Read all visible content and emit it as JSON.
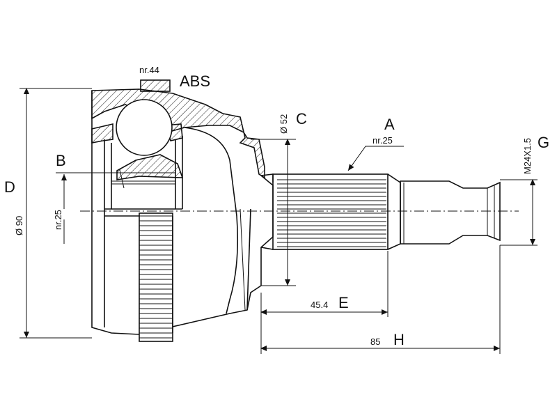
{
  "labels": {
    "nr44": "nr.44",
    "abs": "ABS",
    "c": "C",
    "dia52": "Ø 52",
    "a": "A",
    "nr25_top": "nr.25",
    "thread": "M24X1.5",
    "g": "G",
    "b": "B",
    "nr25_left": "nr.25",
    "d": "D",
    "dia90": "Ø 90",
    "dim454": "45.4",
    "e": "E",
    "dim85": "85",
    "h": "H"
  }
}
